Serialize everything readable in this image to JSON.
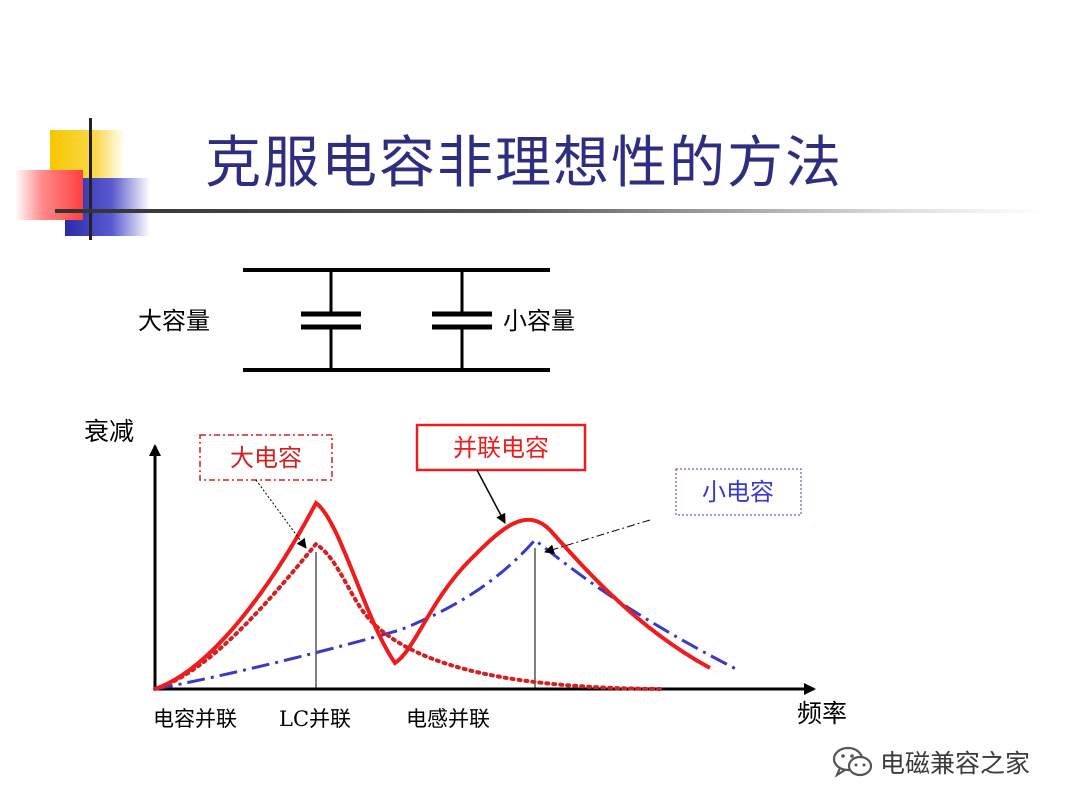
{
  "slide": {
    "title": "克服电容非理想性的方法"
  },
  "circuit": {
    "left_label": "大容量",
    "right_label": "小容量"
  },
  "plot": {
    "y_axis_label": "衰减",
    "x_axis_label": "频率",
    "x_tick_labels": [
      "电容并联",
      "LC并联",
      "电感并联"
    ],
    "callouts": {
      "large_cap": "大电容",
      "parallel_cap": "并联电容",
      "small_cap": "小电容"
    },
    "colors": {
      "large_cap": "#e02020",
      "parallel_cap": "#e02020",
      "small_cap": "#3a3ac8"
    }
  },
  "watermark": {
    "text": "电磁兼容之家",
    "icon": "wechat-icon"
  }
}
